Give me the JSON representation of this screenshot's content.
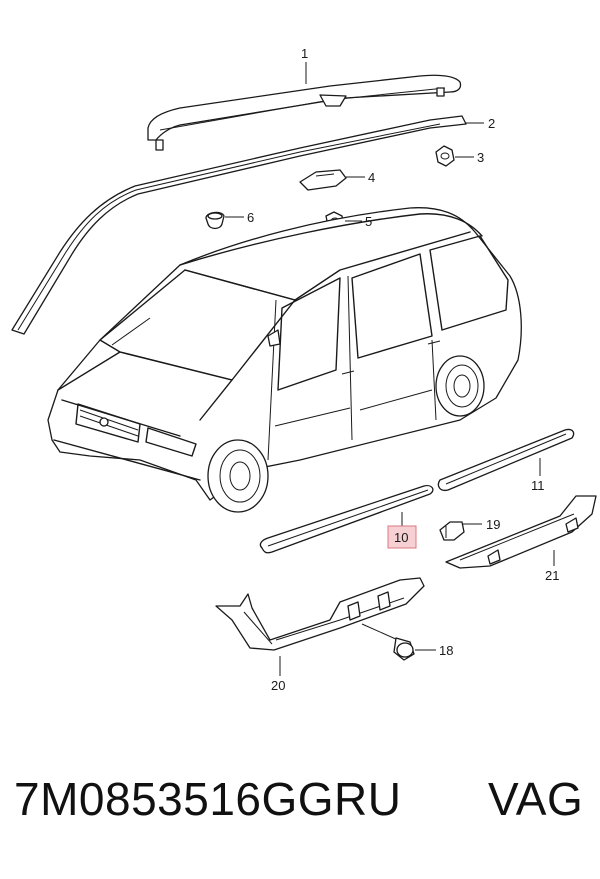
{
  "callouts": {
    "c1": "1",
    "c2": "2",
    "c3": "3",
    "c4": "4",
    "c5": "5",
    "c6": "6",
    "c10": "10",
    "c11": "11",
    "c18": "18",
    "c19": "19",
    "c20": "20",
    "c21": "21"
  },
  "highlighted_callout": "10",
  "footer": {
    "part_number": "7M0853516GGRU",
    "brand": "VAG"
  }
}
